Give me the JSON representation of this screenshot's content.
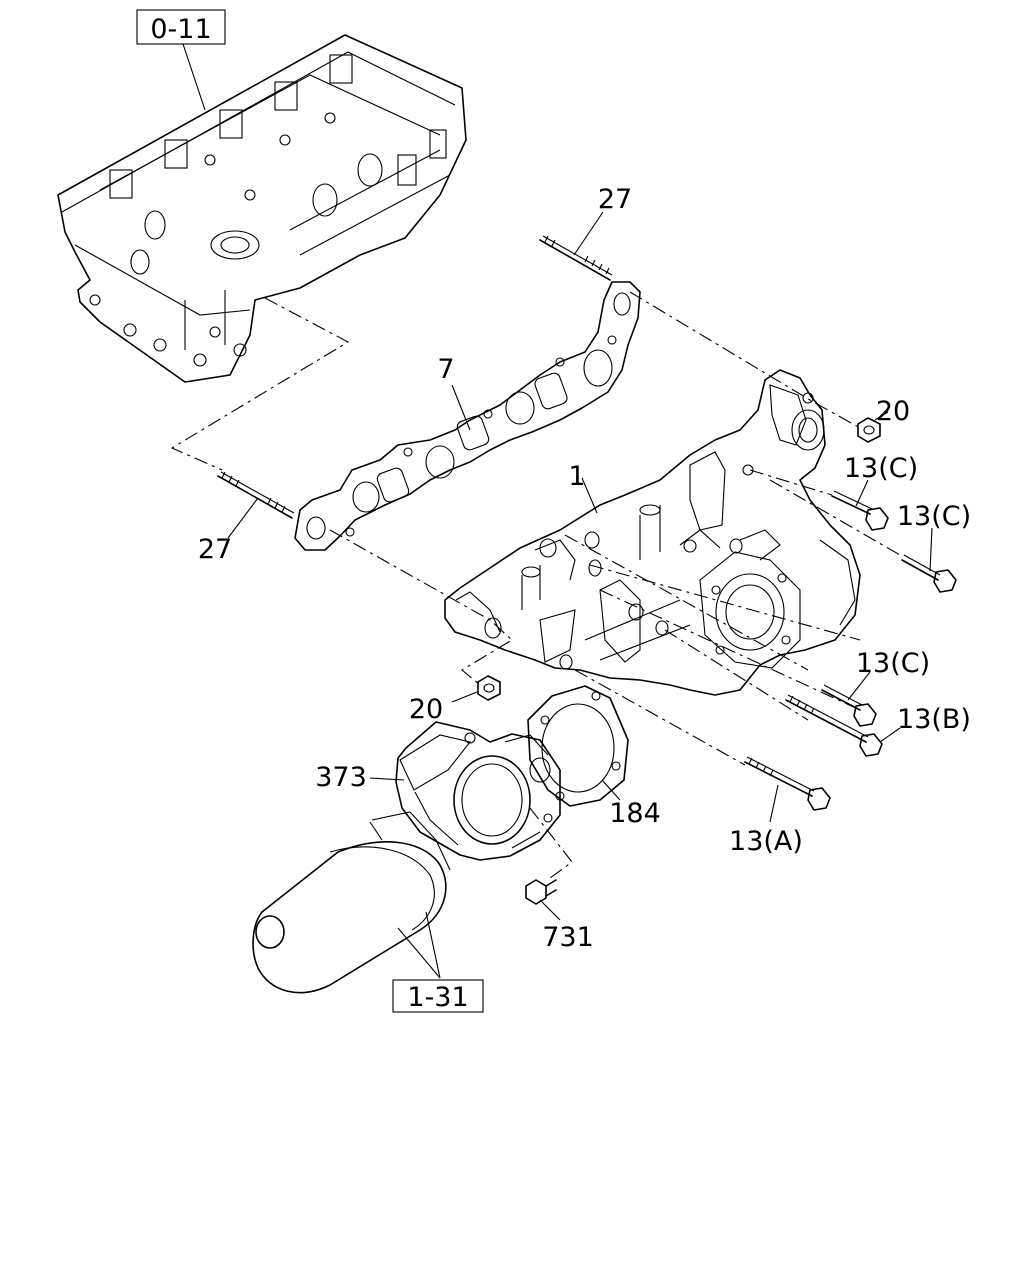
{
  "refs": {
    "cylinder_head": "0-11",
    "intake_pipe": "1-31"
  },
  "callouts": {
    "manifold": "1",
    "gasket": "7",
    "stud_top": "27",
    "stud_left": "27",
    "nut_right": "20",
    "nut_left": "20",
    "bolt_c1": "13(C)",
    "bolt_c2": "13(C)",
    "bolt_c3": "13(C)",
    "bolt_b": "13(B)",
    "bolt_a": "13(A)",
    "throttle_body": "373",
    "throttle_gasket": "184",
    "throttle_bolt": "731"
  }
}
